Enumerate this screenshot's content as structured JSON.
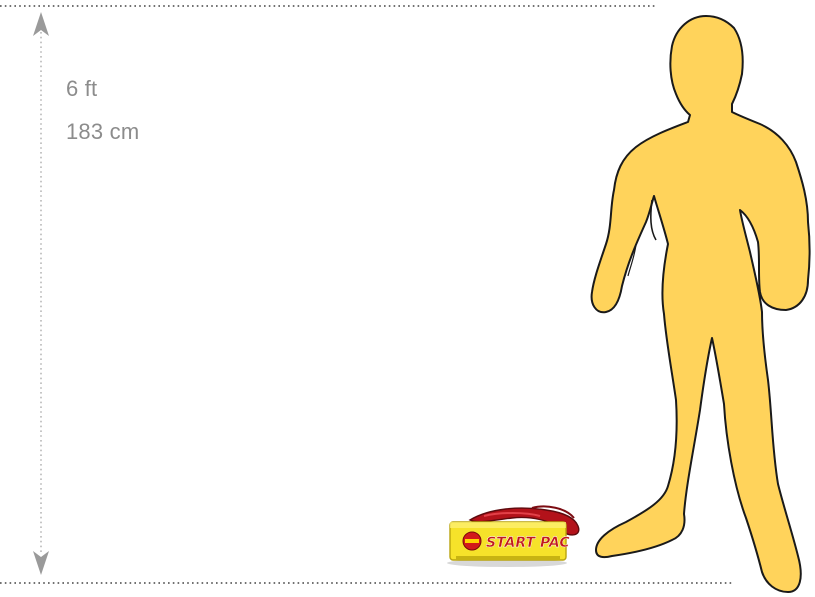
{
  "measurement": {
    "height_ft": "6 ft",
    "height_cm": "183 cm"
  },
  "product": {
    "brand_text": "START PAC",
    "colors": {
      "case": "#f6e22a",
      "cable": "#b3121a",
      "label": "#f3d100"
    }
  },
  "human": {
    "color": "#ffd35b",
    "outline": "#1a1a1a"
  },
  "guides": {
    "color": "#b8b8b8"
  }
}
